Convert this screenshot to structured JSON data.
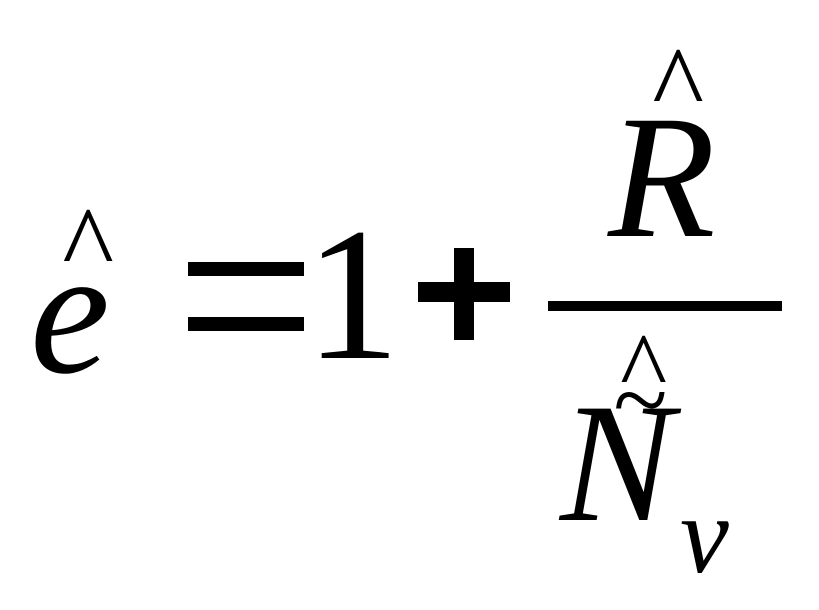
{
  "formula": {
    "lhs_symbol": "e",
    "hat": "^",
    "tilde": "~",
    "equals": "=",
    "one": "1",
    "plus": "+",
    "numerator_symbol": "R",
    "denominator_symbol": "N",
    "denominator_subscript": "v"
  }
}
